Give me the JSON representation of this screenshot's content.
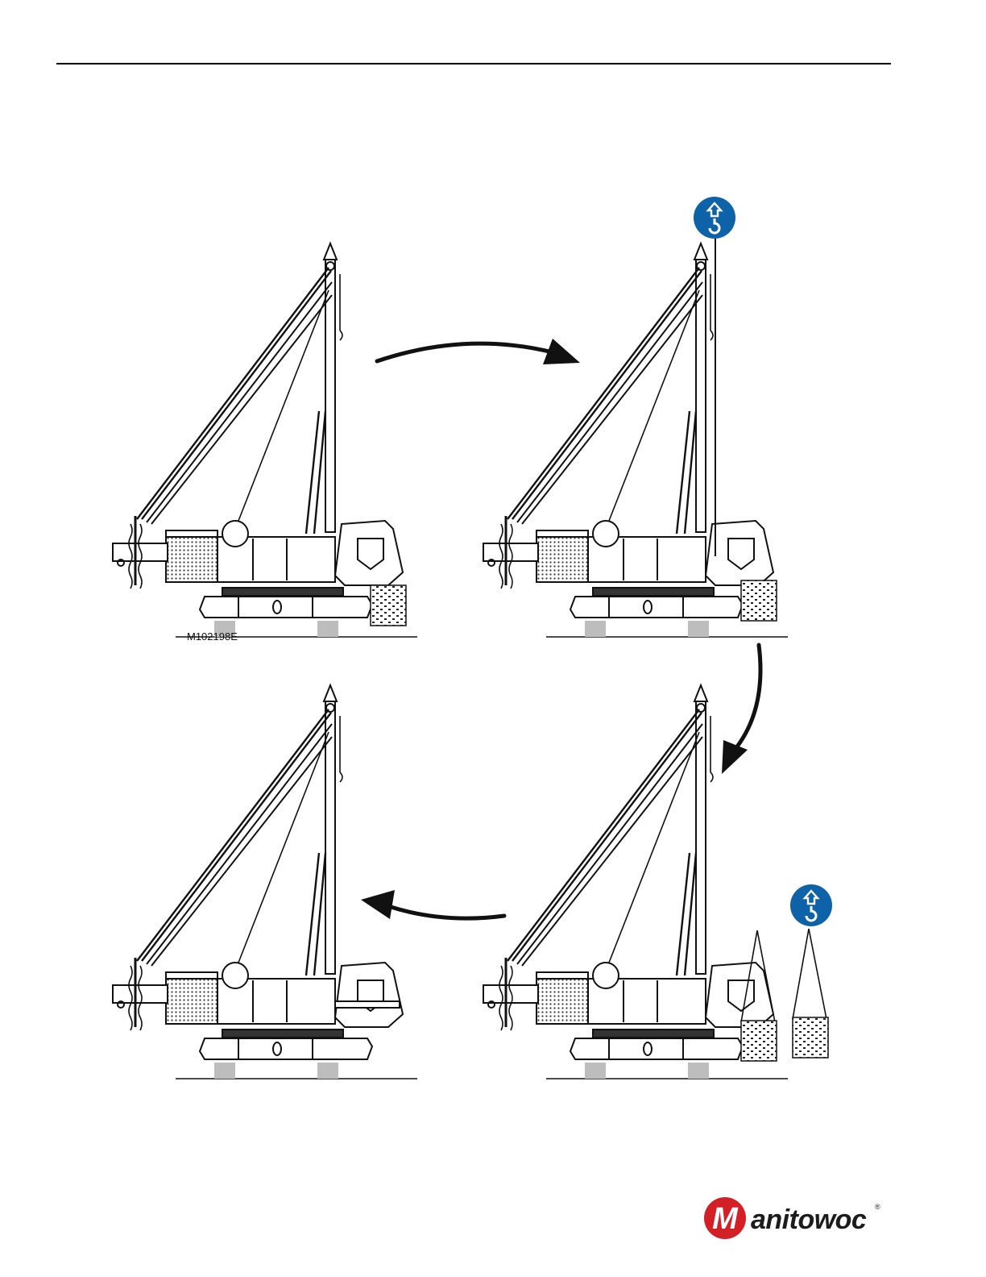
{
  "figure": {
    "id": "M102198E",
    "steps": [
      {
        "step": "1",
        "hook_badge": false,
        "load_hanging": false
      },
      {
        "step": "2",
        "hook_badge": true,
        "load_hanging": false
      },
      {
        "step": "3",
        "hook_badge": true,
        "load_hanging": true
      },
      {
        "step": "4",
        "hook_badge": false,
        "load_hanging": false
      }
    ]
  },
  "brand": {
    "name": "anitowoc",
    "initial": "M",
    "registered": "®",
    "accent_color": "#d31f26",
    "badge_color": "#0d62a8"
  },
  "icons": [
    "hook-lift-icon",
    "flow-arrow-icon",
    "manitowoc-logo"
  ]
}
